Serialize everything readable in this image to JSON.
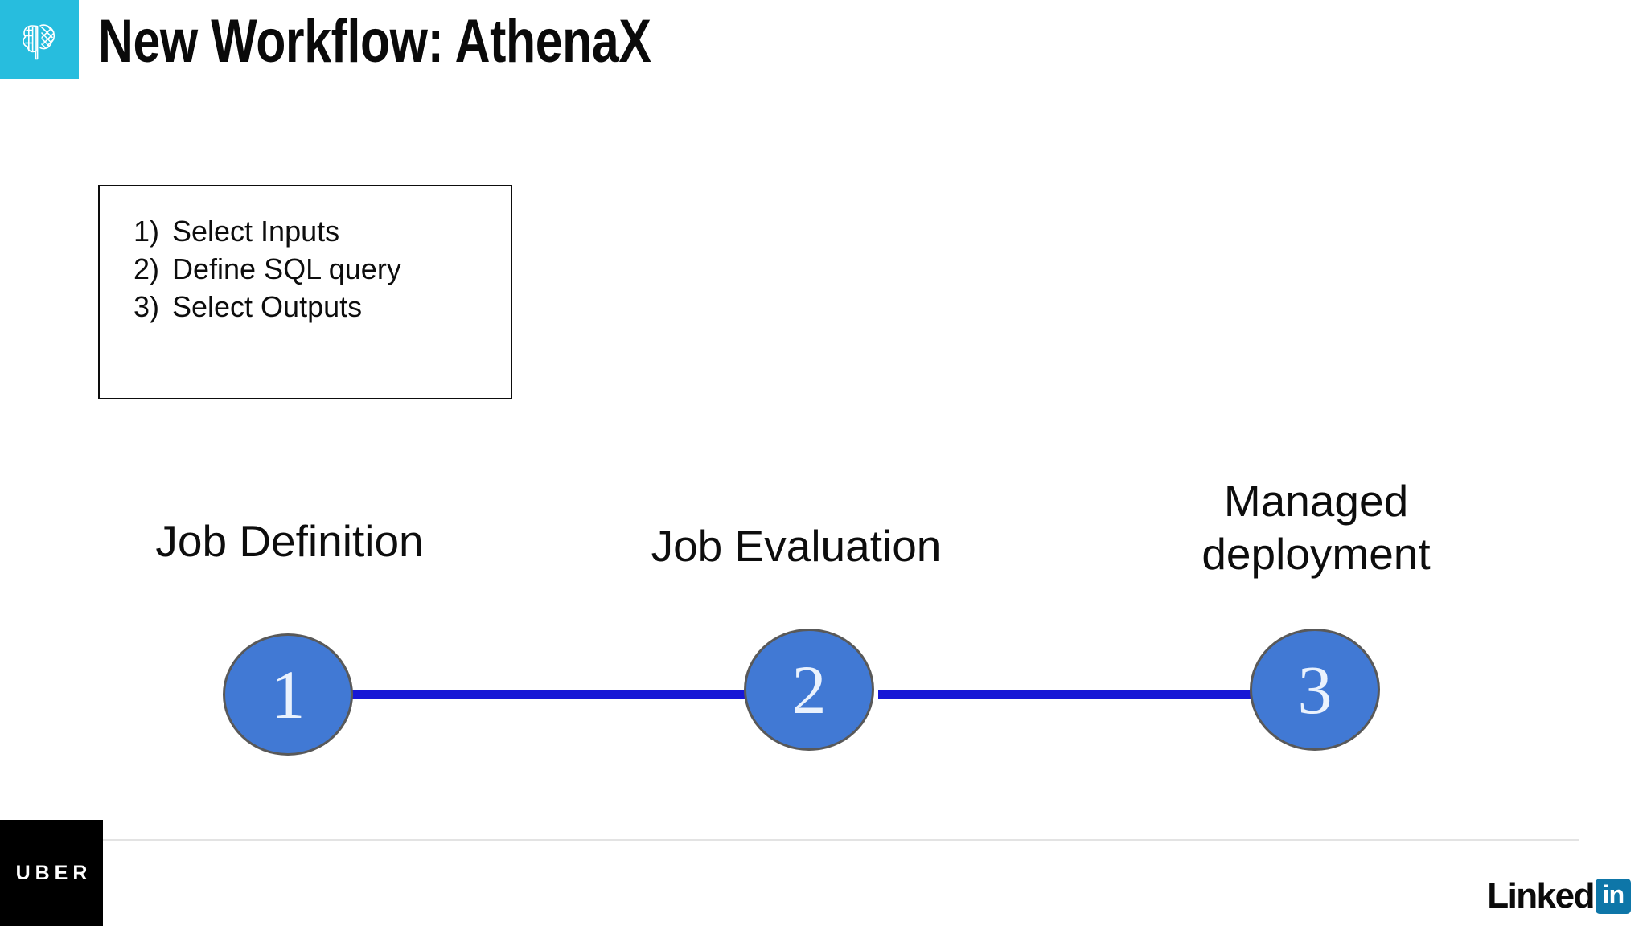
{
  "header": {
    "title": "New Workflow: AthenaX",
    "logo_icon": "brain-grid-icon",
    "logo_background": "#27BDDE"
  },
  "steps_box": {
    "items": [
      {
        "number": "1)",
        "text": "Select Inputs"
      },
      {
        "number": "2)",
        "text": "Define SQL query"
      },
      {
        "number": "3)",
        "text": "Select Outputs"
      }
    ]
  },
  "flow": {
    "node_color": "#4179D4",
    "connector_color": "#1717D6",
    "nodes": [
      {
        "label": "Job Definition",
        "number": "1"
      },
      {
        "label": "Job Evaluation",
        "number": "2"
      },
      {
        "label": "Managed deployment",
        "number": "3"
      }
    ]
  },
  "footer": {
    "uber_logo_text": "UBER",
    "linkedin_wordmark": "Linked",
    "linkedin_badge": "in",
    "linkedin_badge_color": "#0E76A8"
  }
}
